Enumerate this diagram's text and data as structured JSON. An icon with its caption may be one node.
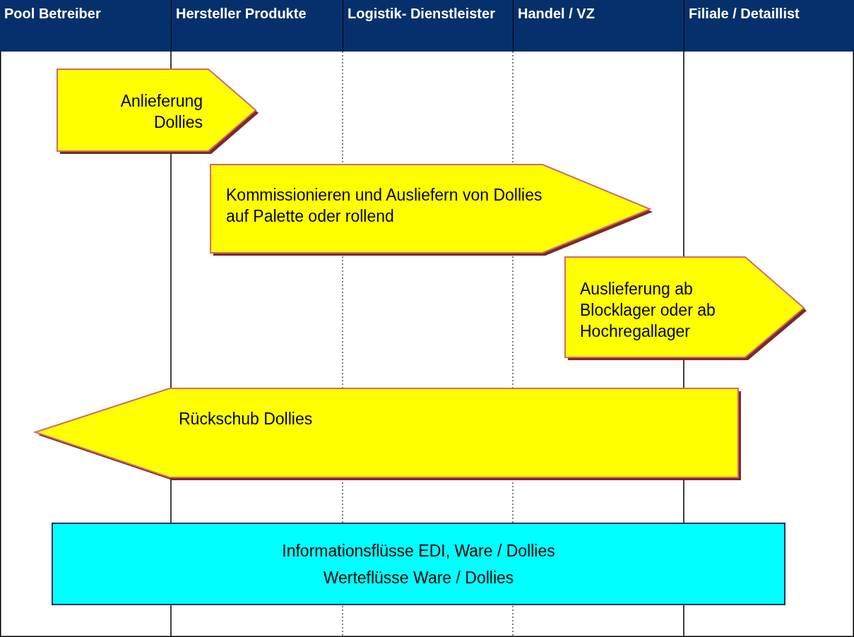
{
  "diagram": {
    "nodes": [
      {
        "text": [
          "Pool Betreiber"
        ]
      },
      {
        "text": [
          "Hersteller Produkte"
        ]
      },
      {
        "text": [
          "Logistik- Dienstleister"
        ]
      },
      {
        "text": [
          "Handel / VZ"
        ]
      },
      {
        "text": [
          "Filiale / Detaillist"
        ]
      },
      {
        "text": [
          "Anlieferung Dollies"
        ]
      },
      {
        "text": [
          "Kommissionieren und Ausliefern von Dollies auf Palette oder rollend"
        ]
      },
      {
        "text": [
          "Auslieferung ab Blocklager oder ab Hochregallager"
        ]
      },
      {
        "text": [
          "Rückschub Dollies"
        ]
      },
      {
        "text": [
          "Informationsflüsse EDI, Ware / Dollies",
          "Werteflüsse Ware / Dollies"
        ]
      }
    ],
    "edges": []
  }
}
